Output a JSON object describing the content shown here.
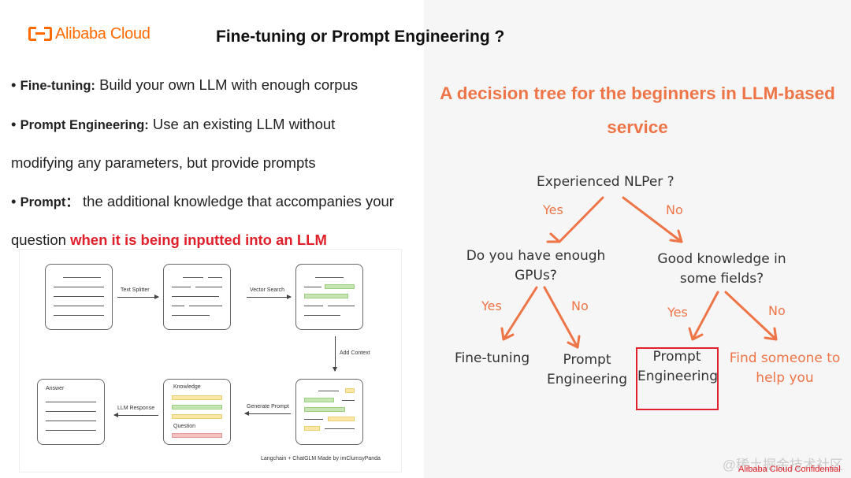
{
  "brand": {
    "logo_text": "Alibaba Cloud",
    "color": "#ff6a00"
  },
  "title": "Fine-tuning or Prompt Engineering ?",
  "bullets": [
    {
      "term": "Fine-tuning:",
      "text": " Build your own LLM with enough corpus"
    },
    {
      "term": "Prompt Engineering:",
      "text": " Use an existing LLM without"
    },
    {
      "continuation": "modifying  any parameters, but provide prompts"
    },
    {
      "term": "Prompt",
      "sep": "：",
      "text": " the additional knowledge that accompanies your"
    },
    {
      "continuation": "question ",
      "highlight": "when it is being inputted into an LLM"
    }
  ],
  "flow_diagram": {
    "labels": {
      "text_splitter": "Text Splitter",
      "vector_search": "Vector Search",
      "add_context": "Add Context",
      "generate_prompt": "Generate Prompt",
      "llm_response": "LLM Response",
      "answer": "Answer",
      "knowledge": "Knowledge",
      "question": "Question",
      "credit": "Langchain + ChatGLM Made by imClumsyPanda"
    }
  },
  "decision_tree": {
    "title": "A decision tree for the beginners in LLM-based service",
    "root": "Experienced NLPer ?",
    "left_branch": "Yes",
    "right_branch": "No",
    "left_question": "Do you have enough GPUs?",
    "right_question": "Good knowledge in some fields?",
    "ll_branch": "Yes",
    "lr_branch": "No",
    "rl_branch": "Yes",
    "rr_branch": "No",
    "leaf_1": "Fine-tuning",
    "leaf_2": "Prompt Engineering",
    "leaf_3": "Prompt Engineering",
    "leaf_4": "Find someone to help you",
    "accent_color": "#ee7548",
    "highlight_color": "#e0202a"
  },
  "footer": {
    "confidential": "Alibaba Cloud Confidential",
    "watermark": "@稀土掘金技术社区"
  }
}
